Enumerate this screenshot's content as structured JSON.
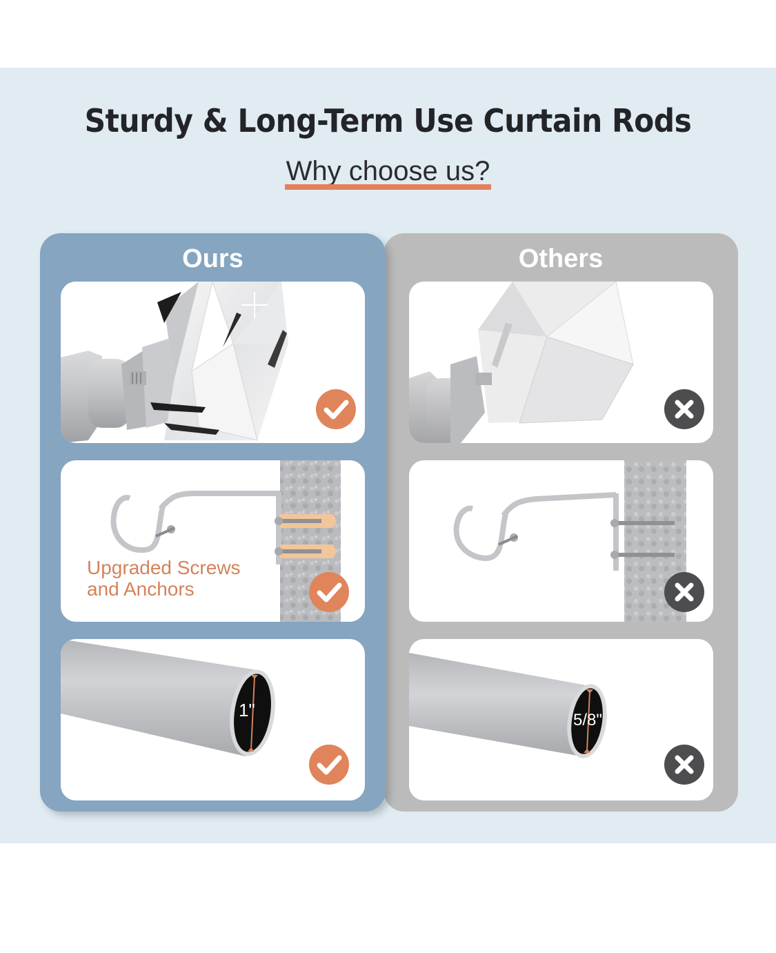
{
  "header": {
    "title": "Sturdy & Long-Term Use Curtain Rods",
    "subtitle": "Why choose us?"
  },
  "colors": {
    "banner_bg": "#e1ebf2",
    "ours_panel": "#85a5c0",
    "others_panel": "#bbbbbb",
    "accent_orange": "#e38058",
    "check_badge": "#e0845b",
    "cross_badge": "#4d4d4f"
  },
  "comparison": {
    "ours": {
      "label": "Ours",
      "rows": [
        {
          "feature": "crystal-finial",
          "badge": "check-icon"
        },
        {
          "feature": "bracket-with-anchors",
          "caption": "Upgraded Screws\nand Anchors",
          "badge": "check-icon"
        },
        {
          "feature": "rod-diameter",
          "size": "1\"",
          "badge": "check-icon"
        }
      ]
    },
    "others": {
      "label": "Others",
      "rows": [
        {
          "feature": "crystal-finial",
          "badge": "cross-icon"
        },
        {
          "feature": "bracket-with-screws",
          "badge": "cross-icon"
        },
        {
          "feature": "rod-diameter",
          "size": "5/8\"",
          "badge": "cross-icon"
        }
      ]
    }
  }
}
